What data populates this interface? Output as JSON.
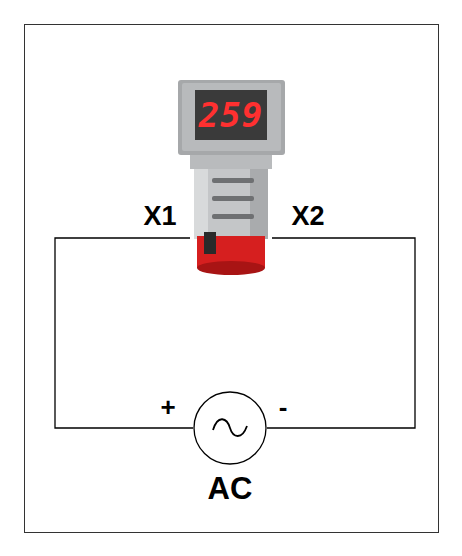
{
  "diagram": {
    "nodes": [
      {
        "text": [
          "259"
        ]
      },
      {
        "text": [
          "AC"
        ]
      }
    ],
    "edges": [
      {
        "from": 0,
        "to": 1,
        "arrow": "none"
      },
      {
        "from": 0,
        "to": 1,
        "arrow": "none"
      }
    ],
    "labels": [
      "X1",
      "X2",
      "+",
      "-"
    ]
  }
}
